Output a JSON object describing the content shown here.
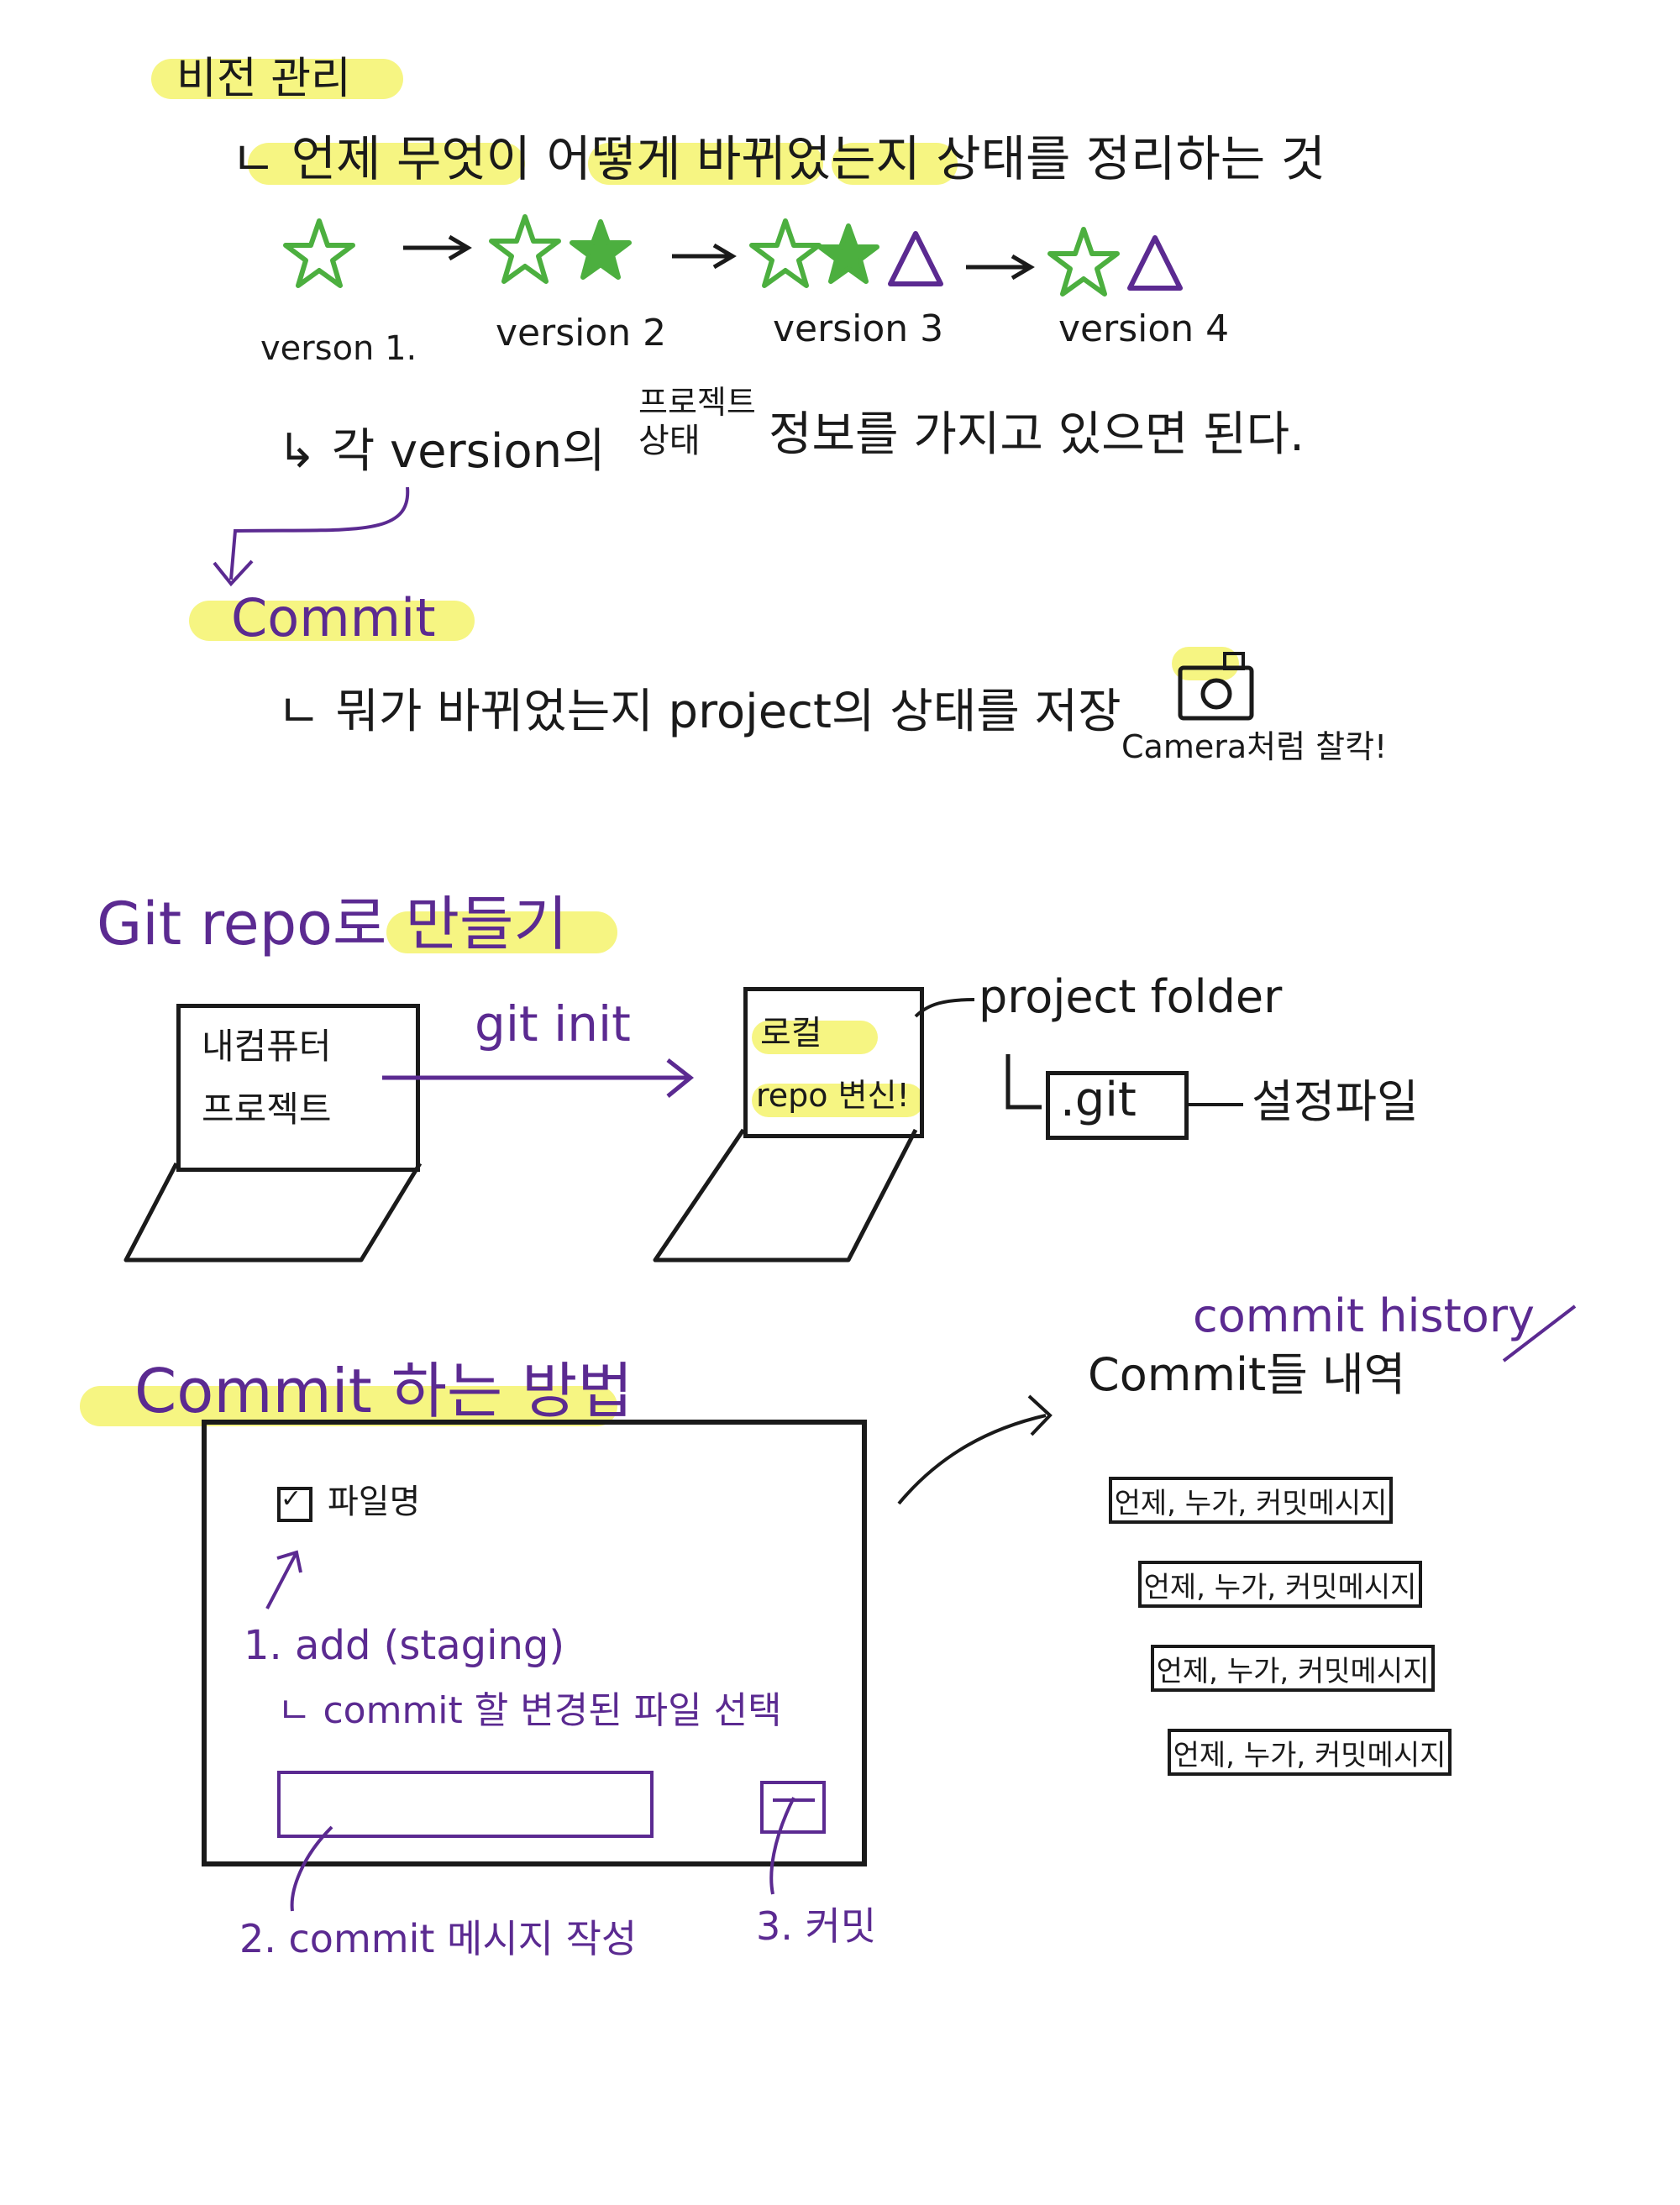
{
  "section1": {
    "title": "비전 관리",
    "definition": "ㄴ 언제 무엇이 어떻게 바뀌었는지 상태를 정리하는 것",
    "versions": [
      "verson 1.",
      "version 2",
      "version 3",
      "version 4"
    ],
    "note_prefix": "↳ 각 version의",
    "note_stacked_top": "프로젝트",
    "note_stacked_bottom": "상태",
    "note_suffix": "정보를 가지고 있으면 된다."
  },
  "commit_section": {
    "title": "Commit",
    "definition": "ㄴ 뭐가 바뀌었는지 project의 상태를 저장",
    "camera_note": "Camera처럼 찰칵!",
    "camera_icon": "camera-icon"
  },
  "git_repo": {
    "title": "Git repo로 만들기",
    "laptop_left_lines": [
      "내컴퓨터",
      "프로젝트"
    ],
    "command": "git init",
    "laptop_right_lines": [
      "로컬",
      "repo 변신!"
    ],
    "project_folder": "project folder",
    "git_folder": ".git",
    "config_file": "설정파일"
  },
  "commit_howto": {
    "title": "Commit 하는 방법",
    "checkbox_label": "파일명",
    "step1": "1. add (staging)",
    "step1_note": "ㄴ commit 할 변경된 파일 선택",
    "step2": "2. commit 메시지 작성",
    "step3": "3. 커밋"
  },
  "history": {
    "title": "commit history",
    "subtitle": "Commit들 내역",
    "entries": [
      "언제, 누가, 커밋메시지",
      "언제, 누가, 커밋메시지",
      "언제, 누가, 커밋메시지",
      "언제, 누가, 커밋메시지"
    ]
  },
  "colors": {
    "ink": "#1a1a1a",
    "purple": "#5b2a91",
    "green": "#4caf3f",
    "highlight": "#f4f36c"
  }
}
